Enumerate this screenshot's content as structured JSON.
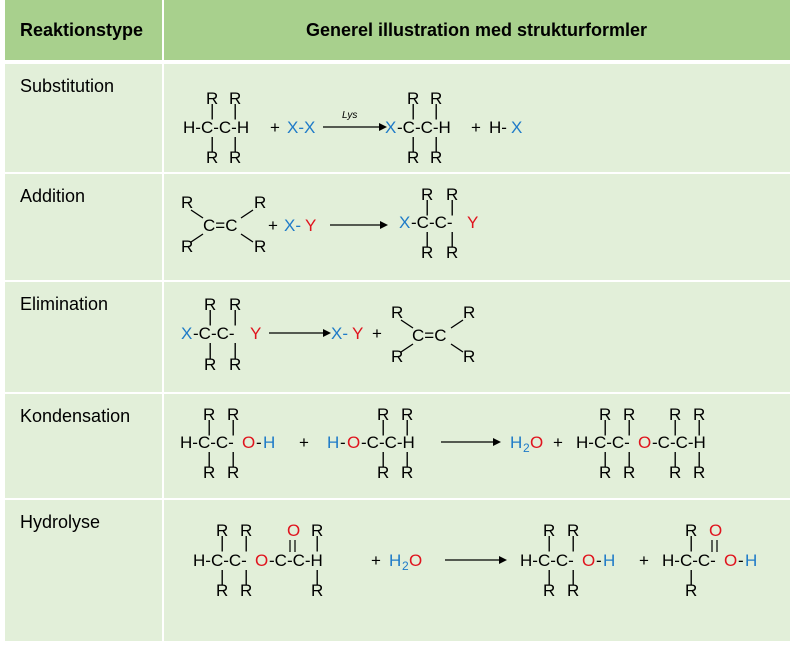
{
  "header": {
    "col1": "Reaktionstype",
    "col2": "Generel illustration med strukturformler"
  },
  "rows": [
    {
      "label": "Substitution",
      "arrow_label": "Lys"
    },
    {
      "label": "Addition"
    },
    {
      "label": "Elimination"
    },
    {
      "label": "Kondensation"
    },
    {
      "label": "Hydrolyse"
    }
  ],
  "colors": {
    "header_bg": "#a8d08d",
    "row_bg": "#e2efd9",
    "blue_atoms": "#1f7bc8",
    "red_atoms": "#e0141e"
  }
}
